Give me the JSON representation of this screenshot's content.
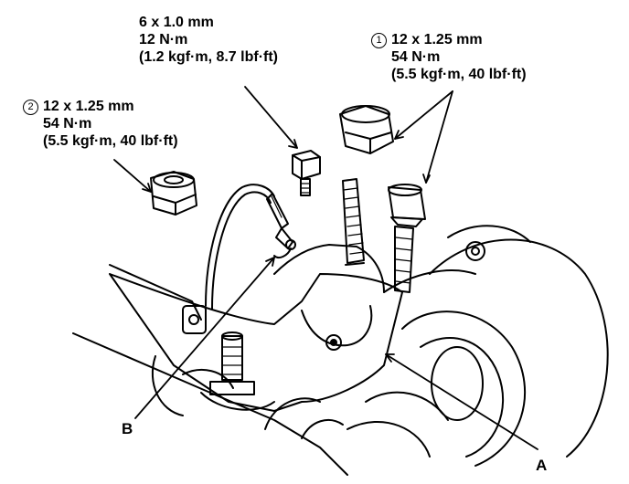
{
  "labels": {
    "bolt_small": {
      "line1": "6 x 1.0 mm",
      "line2": "12 N·m",
      "line3": "(1.2 kgf·m, 8.7 lbf·ft)"
    },
    "item_1": {
      "marker": "1",
      "line1": "12 x 1.25 mm",
      "line2": "54 N·m",
      "line3": "(5.5 kgf·m, 40 lbf·ft)"
    },
    "item_2": {
      "marker": "2",
      "line1": "12 x 1.25 mm",
      "line2": "54 N·m",
      "line3": "(5.5 kgf·m, 40 lbf·ft)"
    },
    "callout_a": "A",
    "callout_b": "B"
  }
}
